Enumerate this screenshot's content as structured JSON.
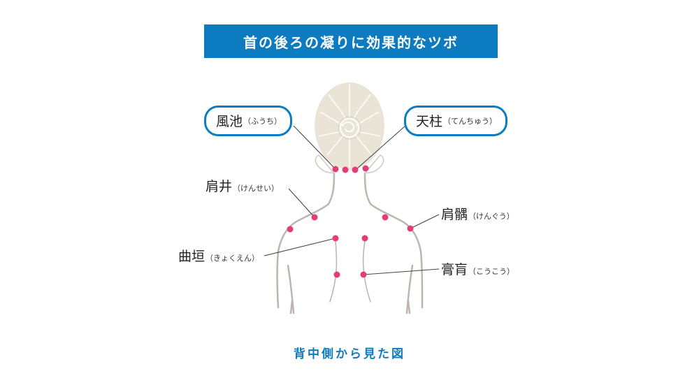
{
  "title": "首の後ろの凝りに効果的なツボ",
  "caption": "背中側から見た図",
  "colors": {
    "accent_blue": "#0c7bc0",
    "point_pink": "#e23d78",
    "hair": "#e9e4d6",
    "outline": "#bdb6b0",
    "leader_line": "#444444"
  },
  "points": [
    {
      "kanji": "風池",
      "kana": "（ふうち）",
      "highlighted": true
    },
    {
      "kanji": "天柱",
      "kana": "（てんちゅう）",
      "highlighted": true
    },
    {
      "kanji": "肩井",
      "kana": "（けんせい）",
      "highlighted": false
    },
    {
      "kanji": "曲垣",
      "kana": "（きょくえん）",
      "highlighted": false
    },
    {
      "kanji": "肩髃",
      "kana": "（けんぐう）",
      "highlighted": false
    },
    {
      "kanji": "膏肓",
      "kana": "（こうこう）",
      "highlighted": false
    }
  ]
}
